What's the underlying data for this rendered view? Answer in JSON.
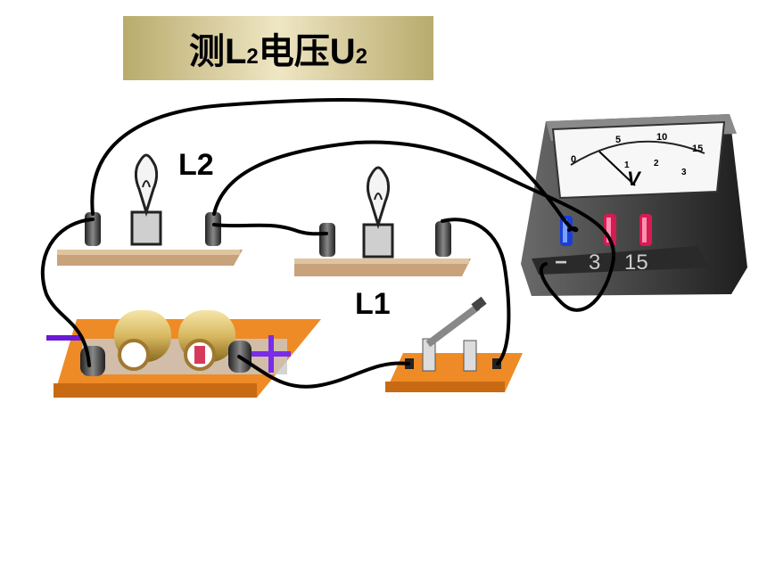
{
  "title": {
    "main_a": "测L",
    "sub_a": "2",
    "main_b": "电压U",
    "sub_b": "2"
  },
  "labels": {
    "lamp_l2": "L2",
    "lamp_l1": "L1",
    "battery_minus": "−",
    "battery_plus": "+"
  },
  "voltmeter": {
    "scale_outer": [
      "0",
      "5",
      "10",
      "15"
    ],
    "scale_inner": [
      "1",
      "2",
      "3"
    ],
    "unit": "V",
    "terminal_minus": "−",
    "terminal_3": "3",
    "terminal_15": "15"
  },
  "colors": {
    "wire": "#000000",
    "board": "#c8a27a",
    "battery_base": "#ee8b26",
    "minus_mark": "#6a19d6",
    "plus_mark": "#7a2ce6"
  }
}
